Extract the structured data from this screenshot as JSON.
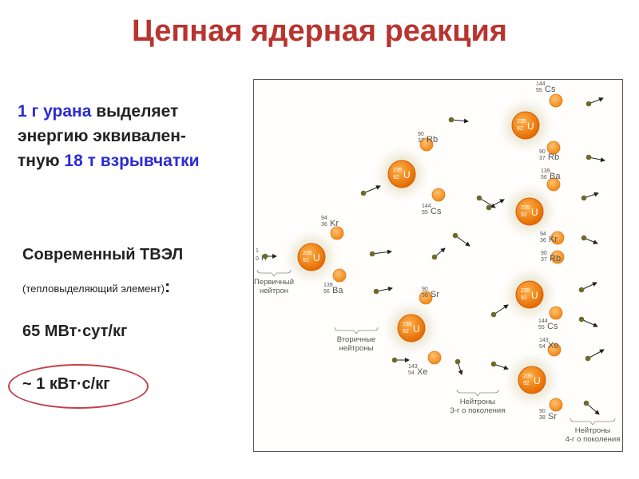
{
  "title": "Цепная ядерная реакция",
  "energy_text": {
    "line1_highlight": "1 г урана",
    "line1_rest": " выделяет",
    "line2": "энергию эквивален-",
    "line3_start": "тную ",
    "line3_highlight": "18 т взрывчатки"
  },
  "tvel": {
    "heading": "Современный ТВЭЛ",
    "subtitle": "(тепловыделяющий элемент)",
    "colon": ":",
    "power": "65 МВт·сут/кг",
    "power_alt": "~ 1 кВт·с/кг"
  },
  "colors": {
    "title": "#b8342f",
    "highlight": "#2b2bd4",
    "ellipse": "#c0404a",
    "nucleus": "#f07a0a"
  },
  "diagram": {
    "neutron": {
      "mass": "1",
      "charge": "0",
      "symbol": "n"
    },
    "uranium": {
      "mass": "235",
      "charge": "92",
      "symbol": "U"
    },
    "fragments": [
      {
        "mass": "94",
        "charge": "36",
        "symbol": "Kr"
      },
      {
        "mass": "139",
        "charge": "56",
        "symbol": "Ba"
      },
      {
        "mass": "90",
        "charge": "37",
        "symbol": "Rb"
      },
      {
        "mass": "144",
        "charge": "55",
        "symbol": "Cs"
      },
      {
        "mass": "90",
        "charge": "38",
        "symbol": "Sr"
      },
      {
        "mass": "143",
        "charge": "54",
        "symbol": "Xe"
      },
      {
        "mass": "144",
        "charge": "55",
        "symbol": "Cs"
      },
      {
        "mass": "90",
        "charge": "37",
        "symbol": "Rb"
      },
      {
        "mass": "139",
        "charge": "56",
        "symbol": "Ba"
      },
      {
        "mass": "94",
        "charge": "36",
        "symbol": "Kr"
      },
      {
        "mass": "90",
        "charge": "37",
        "symbol": "Rb"
      },
      {
        "mass": "144",
        "charge": "55",
        "symbol": "Cs"
      },
      {
        "mass": "143",
        "charge": "54",
        "symbol": "Xe"
      },
      {
        "mass": "90",
        "charge": "38",
        "symbol": "Sr"
      }
    ],
    "labels": {
      "primary": [
        "Первичный",
        "нейтрон"
      ],
      "secondary": [
        "Вторичные",
        "нейтроны"
      ],
      "third": [
        "Нейтроны",
        "3-г о поколения"
      ],
      "fourth": [
        "Нейтроны",
        "4-г о поколения"
      ]
    }
  }
}
